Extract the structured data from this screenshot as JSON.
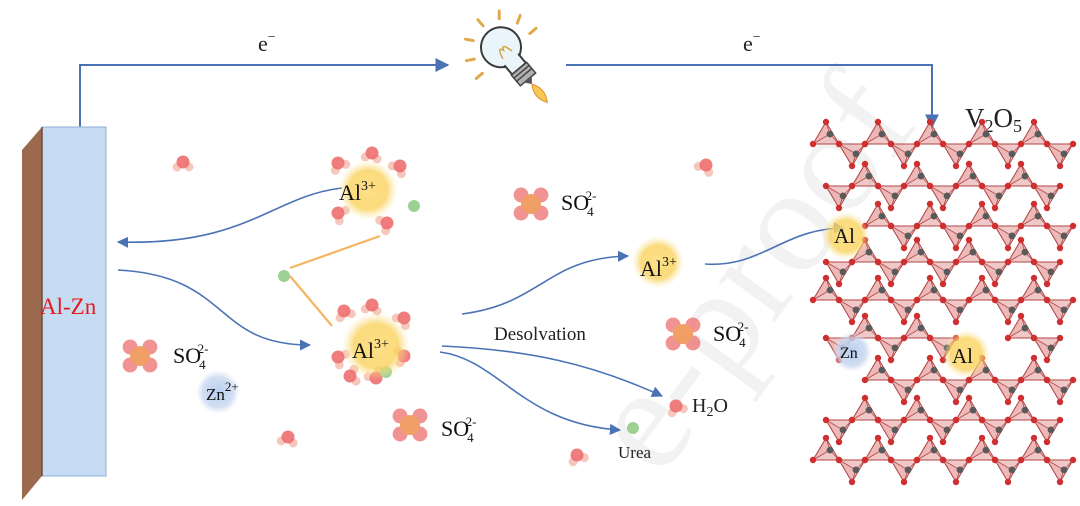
{
  "circuit": {
    "electron_left": "e",
    "electron_right": "e",
    "electron_sup": "−",
    "bulb_icon": "lightbulb-icon"
  },
  "anode": {
    "label": "Al-Zn",
    "label_color": "#e8191c"
  },
  "cathode": {
    "label_main": "V",
    "label_sub1": "2",
    "label_mid": "O",
    "label_sub2": "5"
  },
  "ions": {
    "al_base": "Al",
    "al_charge": "3+",
    "zn_base": "Zn",
    "zn_charge": "2+",
    "so4_base": "SO",
    "so4_sub": "4",
    "so4_charge": "2-"
  },
  "process": {
    "desolvation": "Desolvation",
    "water_main": "H",
    "water_sub": "2",
    "water_end": "O",
    "urea": "Urea"
  },
  "lattice": {
    "intercalated_al": "Al",
    "intercalated_zn": "Zn"
  },
  "watermark": "e-proof",
  "colors": {
    "arrow": "#4a73b5",
    "electrode_face": "#c5dcf3",
    "electrode_edge": "#9b6a4e",
    "al_glow": "#f7cd52",
    "zn_glow": "#a9c4e8",
    "water_o": "#ee6f6f",
    "water_h": "#f6c7bd",
    "sulfur": "#f0a066",
    "urea": "#9cd192",
    "tetra_fill": "#e6a4a4",
    "tetra_edge": "#b34646",
    "tetra_vertex": "#cf2f2f",
    "tetra_center": "#5a5a5a",
    "bond_line": "#f4b562"
  }
}
